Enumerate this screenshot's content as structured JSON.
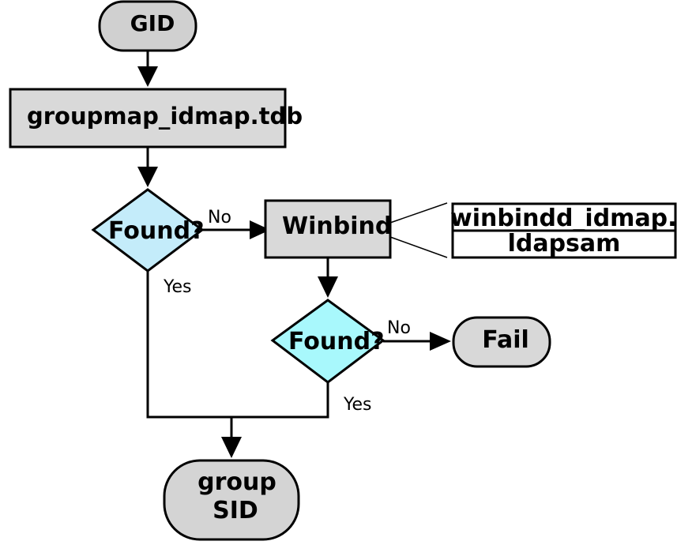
{
  "diagram": {
    "type": "flowchart",
    "colors": {
      "terminal_fill": "#d0d0d0",
      "process_fill": "#d9d9d9",
      "decision1_fill": "#c4ecfa",
      "decision2_fill": "#a8f8fc",
      "table_fill": "#ffffff",
      "stroke": "#000000"
    },
    "nodes": {
      "gid": {
        "label": "GID",
        "kind": "terminal"
      },
      "groupmap": {
        "label": "groupmap_idmap.tdb",
        "kind": "process"
      },
      "found1": {
        "label": "Found?",
        "kind": "decision"
      },
      "winbind": {
        "label": "Winbind",
        "kind": "process"
      },
      "backends": {
        "kind": "table",
        "rows": [
          "winbindd_idmap.",
          "ldapsam"
        ]
      },
      "found2": {
        "label": "Found?",
        "kind": "decision"
      },
      "fail": {
        "label": "Fail",
        "kind": "terminal"
      },
      "group_sid": {
        "label_line1": "group",
        "label_line2": "SID",
        "kind": "terminal"
      }
    },
    "edges": {
      "found1_no": "No",
      "found1_yes": "Yes",
      "found2_no": "No",
      "found2_yes": "Yes"
    }
  }
}
